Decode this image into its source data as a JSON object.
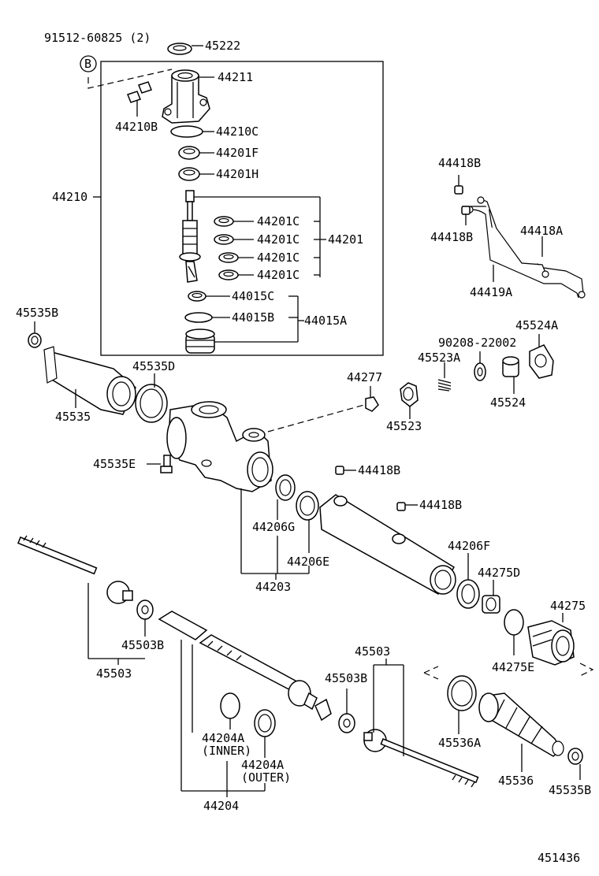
{
  "labels": {
    "p91512": "91512-60825 (2)",
    "badge_b": "B",
    "p45222": "45222",
    "p44211": "44211",
    "p44210B": "44210B",
    "p44210C": "44210C",
    "p44201F": "44201F",
    "p44201H": "44201H",
    "p44210": "44210",
    "p44201C_1": "44201C",
    "p44201C_2": "44201C",
    "p44201C_3": "44201C",
    "p44201C_4": "44201C",
    "p44201": "44201",
    "p44015C": "44015C",
    "p44015B": "44015B",
    "p44015A": "44015A",
    "p44418B_1": "44418B",
    "p44418B_2": "44418B",
    "p44418A": "44418A",
    "p44419A": "44419A",
    "p90208": "90208-22002",
    "p45524A": "45524A",
    "p45523A": "45523A",
    "p45524": "45524",
    "p44277": "44277",
    "p45523": "45523",
    "p45535B_1": "45535B",
    "p45535D": "45535D",
    "p45535": "45535",
    "p45535E": "45535E",
    "p44418B_3": "44418B",
    "p44418B_4": "44418B",
    "p44206G": "44206G",
    "p44206E": "44206E",
    "p44203": "44203",
    "p44206F": "44206F",
    "p44275D": "44275D",
    "p44275": "44275",
    "p44275E": "44275E",
    "p45503B_1": "45503B",
    "p45503_1": "45503",
    "p45503_2": "45503",
    "p45503B_2": "45503B",
    "p44204A_inner": "44204A",
    "inner_note": "(INNER)",
    "p44204A_outer": "44204A",
    "outer_note": "(OUTER)",
    "p44204": "44204",
    "p45536A": "45536A",
    "p45536": "45536",
    "p45535B_2": "45535B",
    "figure_number": "451436"
  }
}
